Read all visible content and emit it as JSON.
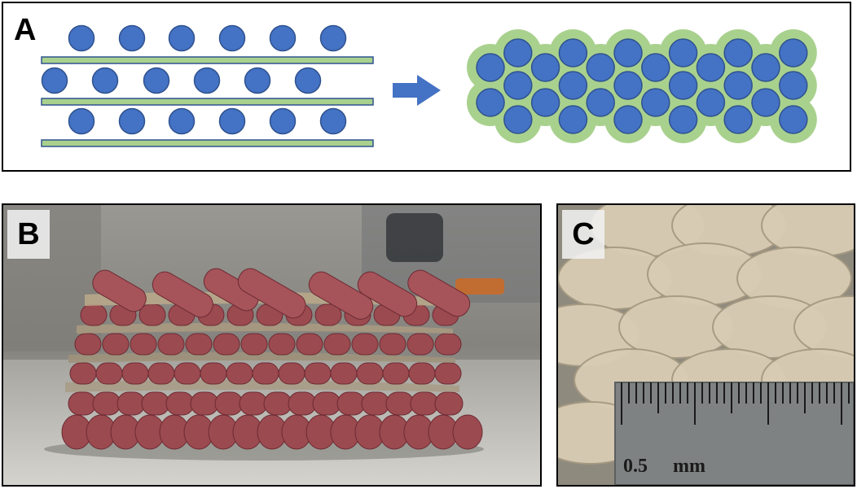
{
  "panels": {
    "a": {
      "label": "A"
    },
    "b": {
      "label": "B"
    },
    "c": {
      "label": "C"
    }
  },
  "ruler": {
    "number_label": "0.5",
    "unit_label": "mm"
  },
  "colors": {
    "fiber_fill": "#4472c4",
    "fiber_stroke": "#2f528f",
    "sheet_fill": "#a9d18e",
    "sheet_stroke": "#2f528f",
    "arrow": "#4472c4",
    "matrix_halo": "#a9d18e"
  }
}
